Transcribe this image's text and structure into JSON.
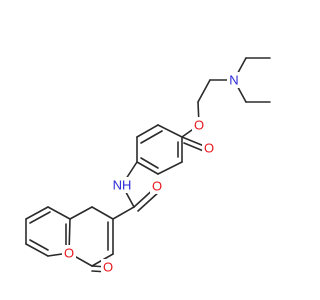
{
  "molecule": {
    "atoms": {
      "n_amine": "N",
      "o_ester_single": "O",
      "o_ester_carbonyl": "O",
      "n_amide": "NH",
      "o_amide": "O",
      "o_ring": "O",
      "o_lactone": "O"
    },
    "colors": {
      "carbon_bonds": "#2b2b2b",
      "oxygen": "#e8171d",
      "nitrogen": "#2a2ad6",
      "background": "#ffffff"
    }
  }
}
